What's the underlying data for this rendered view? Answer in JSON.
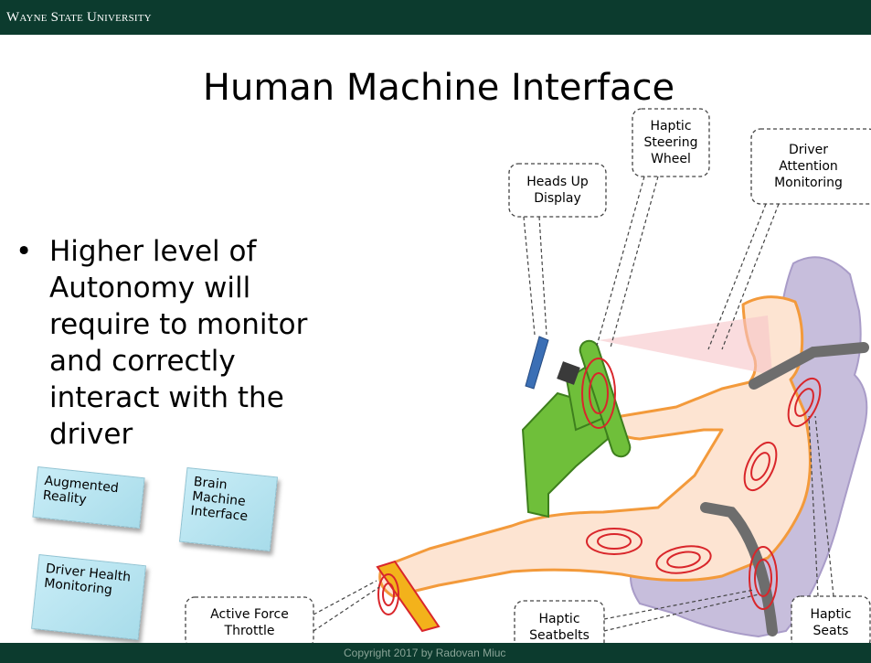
{
  "header": {
    "university": "Wayne State University"
  },
  "footer": {
    "copyright": "Copyright 2017 by Radovan Miuc"
  },
  "slide": {
    "title": "Human Machine Interface",
    "bullet": "Higher level of Autonomy will require to monitor and correctly interact with the driver"
  },
  "tiles": {
    "augmented_reality": "Augmented Reality",
    "brain_machine_interface": "Brain Machine Interface",
    "driver_health_monitoring": "Driver Health Monitoring"
  },
  "callouts": {
    "heads_up_display": "Heads Up\nDisplay",
    "haptic_steering_wheel": "Haptic\nSteering\nWheel",
    "driver_attention_monitoring": "Driver\nAttention\nMonitoring",
    "active_force_throttle": "Active Force\nThrottle",
    "haptic_seatbelts": "Haptic\nSeatbelts",
    "haptic_seats": "Haptic\nSeats"
  },
  "colors": {
    "banner": "#0c3b2e",
    "tile": "#b5e3f0",
    "dashboard": "#6fbf3a",
    "driver_outline": "#f39a3b",
    "seat": "#c7bedc",
    "haptic": "#d9262b"
  }
}
